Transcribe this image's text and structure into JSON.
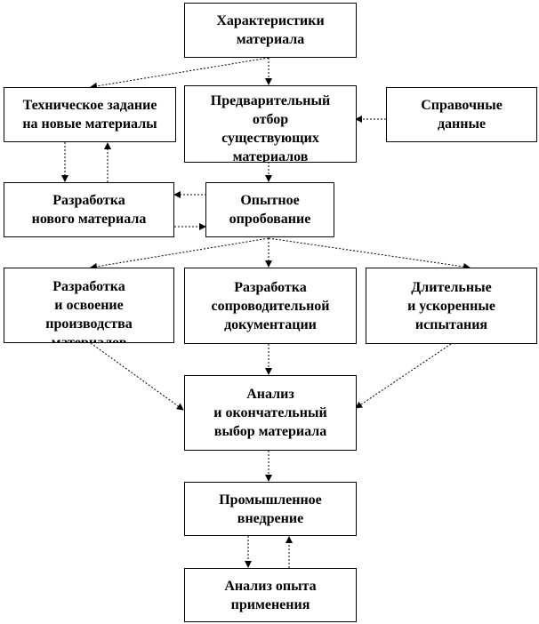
{
  "nodes": {
    "characteristics": "Характеристики\nматериала",
    "tech_task": "Техническое задание\nна новые материалы",
    "preselection": "Предварительный\nотбор\nсуществующих\nматериалов",
    "reference": "Справочные\nданные",
    "development": "Разработка\nнового материала",
    "trial": "Опытное\nопробование",
    "production": "Разработка\nи освоение\nпроизводства\nматериалов",
    "documentation": "Разработка\nсопроводительной\nдокументации",
    "testing": "Длительные\nи ускоренные\nиспытания",
    "analysis": "Анализ\nи окончательный\nвыбор материала",
    "implementation": "Промышленное\nвнедрение",
    "experience": "Анализ опыта\nприменения"
  },
  "edges": [
    {
      "from": "characteristics",
      "to": "tech_task"
    },
    {
      "from": "characteristics",
      "to": "preselection"
    },
    {
      "from": "reference",
      "to": "preselection"
    },
    {
      "from": "tech_task",
      "to": "development"
    },
    {
      "from": "development",
      "to": "tech_task"
    },
    {
      "from": "preselection",
      "to": "trial"
    },
    {
      "from": "trial",
      "to": "development"
    },
    {
      "from": "development",
      "to": "trial"
    },
    {
      "from": "trial",
      "to": "production"
    },
    {
      "from": "trial",
      "to": "documentation"
    },
    {
      "from": "trial",
      "to": "testing"
    },
    {
      "from": "production",
      "to": "analysis"
    },
    {
      "from": "documentation",
      "to": "analysis"
    },
    {
      "from": "testing",
      "to": "analysis"
    },
    {
      "from": "analysis",
      "to": "implementation"
    },
    {
      "from": "implementation",
      "to": "experience"
    },
    {
      "from": "experience",
      "to": "implementation"
    }
  ]
}
